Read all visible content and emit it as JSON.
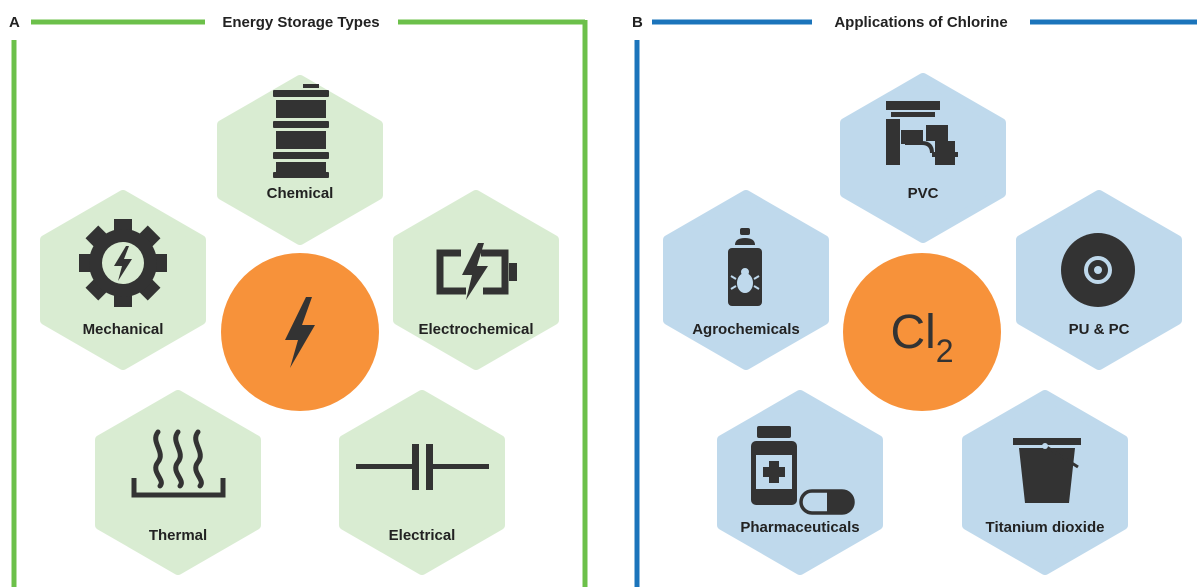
{
  "colors": {
    "panel_a_border": "#6cc04a",
    "panel_b_border": "#1b74bb",
    "panel_a_hex_fill": "#d9ecd2",
    "panel_b_hex_fill": "#bfd9ec",
    "center_circle": "#f7923a",
    "icon": "#333333",
    "text": "#222222"
  },
  "panel_a": {
    "letter": "A",
    "title": "Energy Storage Types",
    "center_icon": "lightning-bolt-icon",
    "items": [
      {
        "label": "Chemical",
        "icon": "barrel-icon"
      },
      {
        "label": "Mechanical",
        "icon": "gear-bolt-icon"
      },
      {
        "label": "Electrochemical",
        "icon": "battery-charging-icon"
      },
      {
        "label": "Thermal",
        "icon": "heat-waves-icon"
      },
      {
        "label": "Electrical",
        "icon": "capacitor-icon"
      }
    ]
  },
  "panel_b": {
    "letter": "B",
    "title": "Applications of Chlorine",
    "center_formula": {
      "symbol": "Cl",
      "subscript": "2"
    },
    "items": [
      {
        "label": "PVC",
        "icon": "pipes-icon"
      },
      {
        "label": "Agrochemicals",
        "icon": "spray-can-bug-icon"
      },
      {
        "label": "PU & PC",
        "icon": "disc-icon"
      },
      {
        "label": "Pharmaceuticals",
        "icon": "medicine-bottle-pill-icon"
      },
      {
        "label": "Titanium dioxide",
        "icon": "paint-bucket-icon"
      }
    ]
  }
}
